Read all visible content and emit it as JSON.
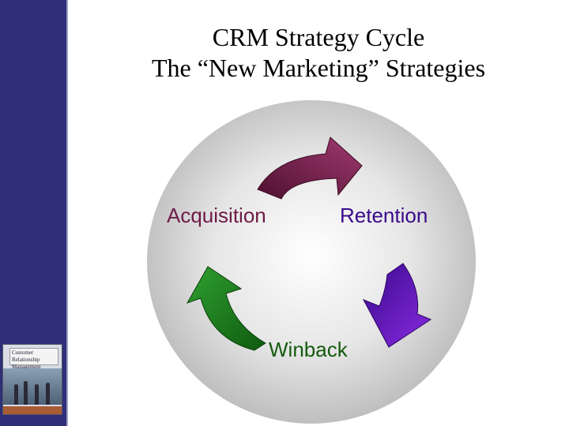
{
  "slide": {
    "title_line1": "CRM Strategy Cycle",
    "title_line2": "The “New Marketing” Strategies"
  },
  "diagram": {
    "nodes": [
      {
        "id": "acquisition",
        "label": "Acquisition",
        "color": "#6e1a47"
      },
      {
        "id": "retention",
        "label": "Retention",
        "color": "#3a0a8c"
      },
      {
        "id": "winback",
        "label": "Winback",
        "color": "#145a0e"
      }
    ],
    "arrows": [
      {
        "from": "acquisition",
        "to": "retention",
        "color": "#7a2352"
      },
      {
        "from": "retention",
        "to": "winback",
        "color": "#5a0fc0"
      },
      {
        "from": "winback",
        "to": "acquisition",
        "color": "#1a8a1a"
      }
    ],
    "background_circle_color": "#c4c4c4"
  },
  "sidebar": {
    "color": "#2e2f78",
    "book_cover_text": "Customer Relationship\nManagement"
  }
}
